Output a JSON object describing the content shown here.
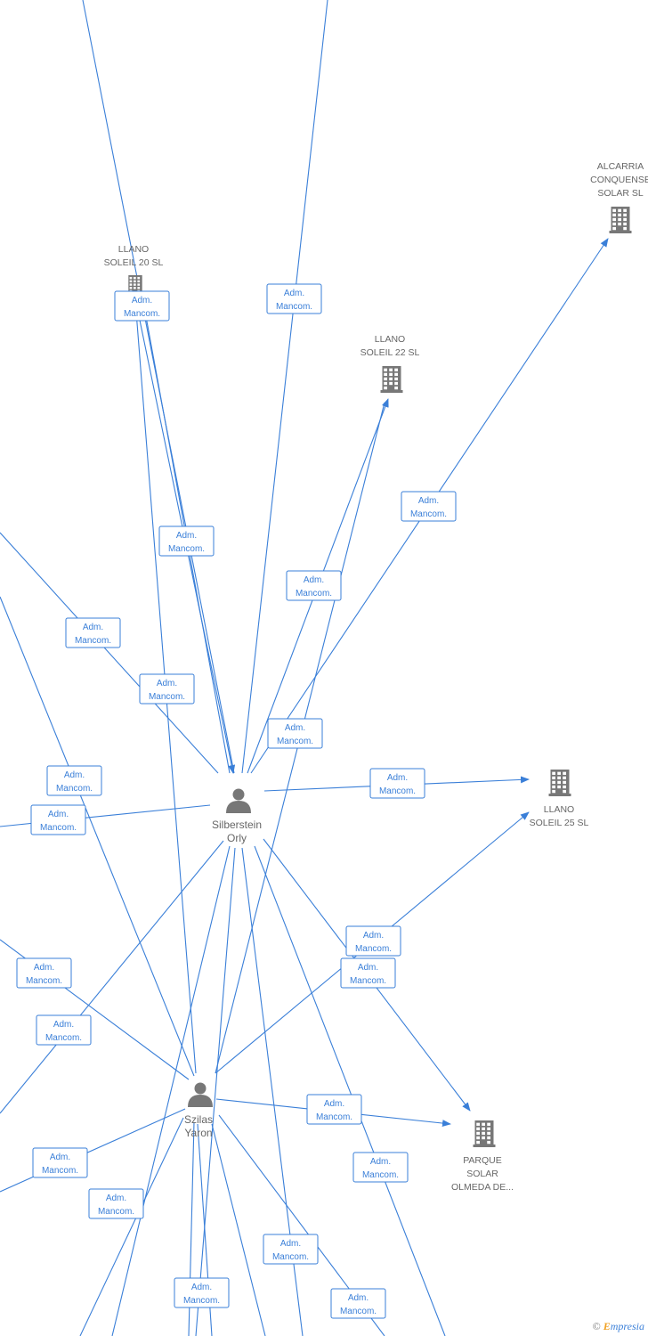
{
  "colors": {
    "edge": "#3a7fd8",
    "node_icon": "#777777",
    "text": "#666666"
  },
  "companies": [
    {
      "id": "llano20",
      "lines": [
        "LLANO",
        "SOLEIL 20 SL"
      ],
      "icon": "building-icon"
    },
    {
      "id": "alcarria",
      "lines": [
        "ALCARRIA",
        "CONQUENSE",
        "SOLAR SL"
      ],
      "icon": "building-icon"
    },
    {
      "id": "llano22",
      "lines": [
        "LLANO",
        "SOLEIL 22 SL"
      ],
      "icon": "building-icon"
    },
    {
      "id": "llano25",
      "lines": [
        "LLANO",
        "SOLEIL 25 SL"
      ],
      "icon": "building-icon"
    },
    {
      "id": "parque",
      "lines": [
        "PARQUE",
        "SOLAR",
        "OLMEDA DE..."
      ],
      "icon": "building-icon"
    }
  ],
  "persons": [
    {
      "id": "silberstein",
      "lines": [
        "Silberstein",
        "Orly"
      ],
      "icon": "person-icon"
    },
    {
      "id": "szilas",
      "lines": [
        "Szilas",
        "Yaron"
      ],
      "icon": "person-icon"
    }
  ],
  "edge_label": [
    "Adm.",
    "Mancom."
  ],
  "credit": {
    "symbol": "©",
    "brand_first": "E",
    "brand_rest": "mpresia"
  }
}
